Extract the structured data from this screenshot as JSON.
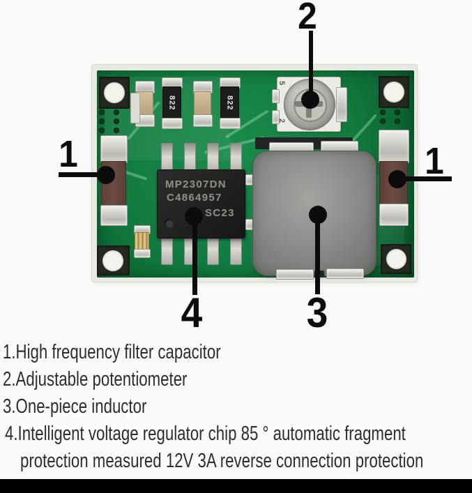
{
  "callout_labels": {
    "capacitor": "1",
    "potentiometer": "2",
    "inductor": "3",
    "chip": "4"
  },
  "board_text": {
    "resistor_code": "822",
    "chip_line1": "MP2307DN",
    "chip_line2": "C4864957",
    "chip_line3": "SC23",
    "pot_mark_top": "5",
    "pot_mark_bottom": "2"
  },
  "legend": {
    "line1": "1.High frequency filter capacitor",
    "line2": "2.Adjustable potentiometer",
    "line3": "3.One-piece inductor",
    "line4": "4.Intelligent voltage regulator chip 85 ° automatic fragment",
    "line5": "protection measured 12V 3A reverse connection protection"
  },
  "colors": {
    "background": "#fafaf8",
    "pcb_green": "#117a3e",
    "pcb_green_dark": "#0a5229",
    "inductor_gray": "#8d8d8b",
    "chip_black": "#232523",
    "capacitor_brown": "#6e4c42",
    "callout_black": "#0c0c0c",
    "legend_text": "#2d2d2d",
    "bottom_bar": "#000000"
  }
}
